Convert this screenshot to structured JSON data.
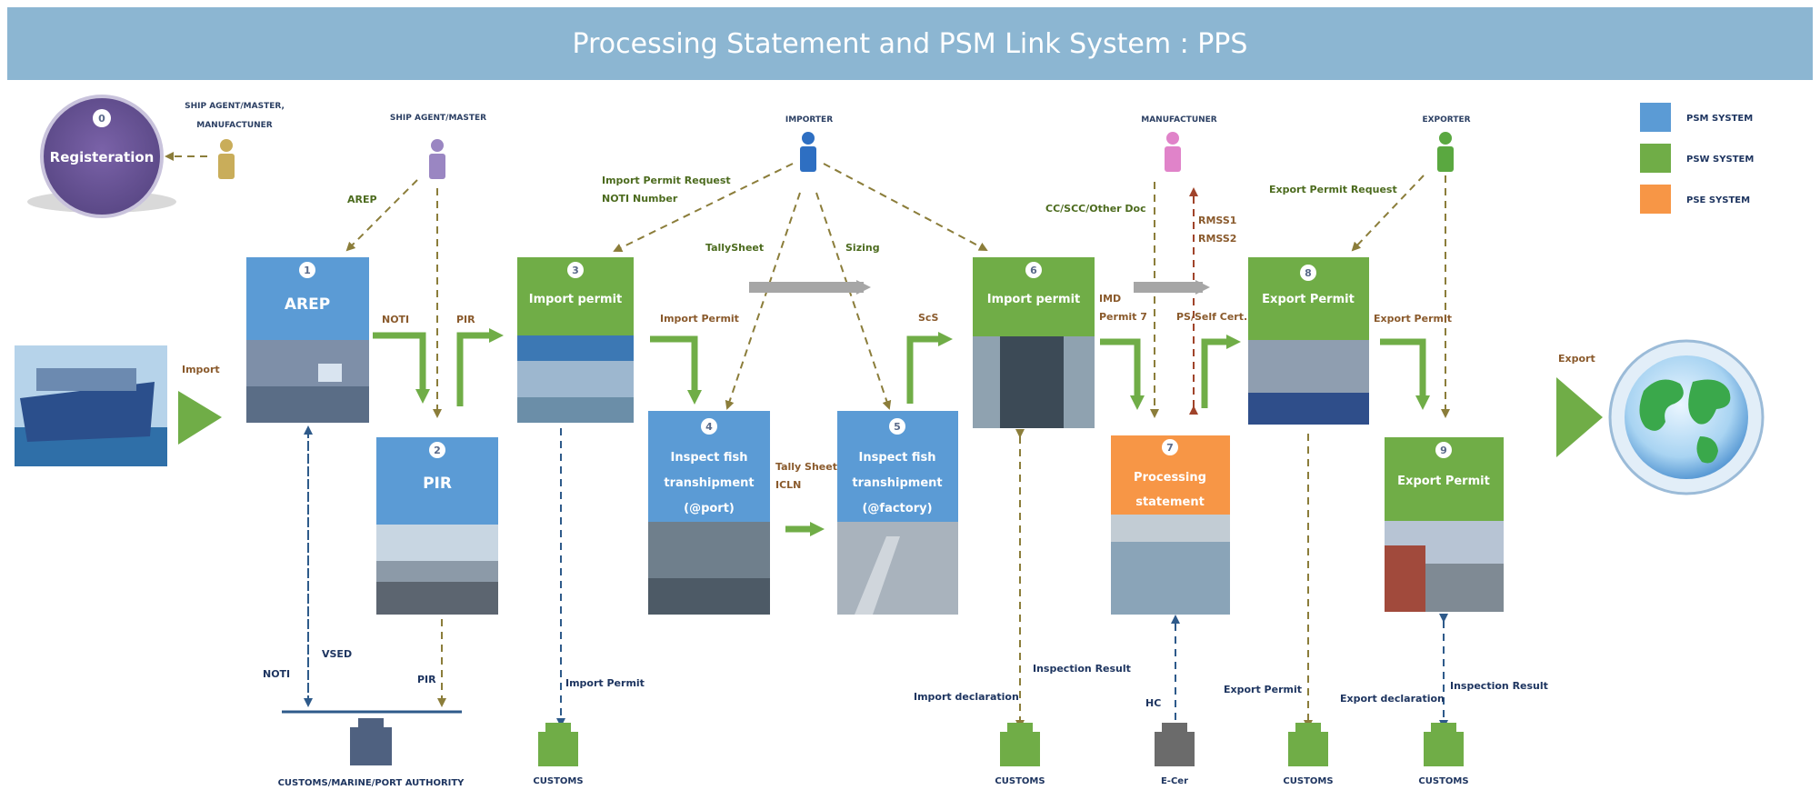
{
  "title": "Processing Statement and PSM Link System : PPS",
  "colors": {
    "psm": "#5b9bd5",
    "psw": "#70ad47",
    "pse": "#f79646",
    "title_bar": "#8cb6d2",
    "arrow_green": "#70ad47",
    "dash_brown": "#8b7d3a",
    "dash_blue": "#2e5a8a",
    "dash_red": "#a0432a"
  },
  "legend": [
    {
      "label": "PSM SYSTEM",
      "color": "#5b9bd5"
    },
    {
      "label": "PSW SYSTEM",
      "color": "#70ad47"
    },
    {
      "label": "PSE SYSTEM",
      "color": "#f79646"
    }
  ],
  "actors": {
    "registration_actor": "SHIP AGENT/MASTER, MANUFACTUNER",
    "ship_agent": "SHIP AGENT/MASTER",
    "importer": "IMPORTER",
    "manufacturer": "MANUFACTUNER",
    "exporter": "EXPORTER"
  },
  "registration": {
    "number": "0",
    "label": "Registeration"
  },
  "steps": [
    {
      "number": "1",
      "label": "AREP",
      "system": "psm"
    },
    {
      "number": "2",
      "label": "PIR",
      "system": "psm"
    },
    {
      "number": "3",
      "label": "Import permit",
      "system": "psw"
    },
    {
      "number": "4",
      "label_lines": [
        "Inspect fish",
        "transhipment",
        "(@port)"
      ],
      "system": "psm"
    },
    {
      "number": "5",
      "label_lines": [
        "Inspect fish",
        "transhipment",
        "(@factory)"
      ],
      "system": "psm"
    },
    {
      "number": "6",
      "label": "Import permit",
      "system": "psw"
    },
    {
      "number": "7",
      "label_lines": [
        "Processing",
        "statement"
      ],
      "system": "pse"
    },
    {
      "number": "8",
      "label": "Export Permit",
      "system": "psw"
    },
    {
      "number": "9",
      "label": "Export Permit",
      "system": "psw"
    }
  ],
  "flow_labels": {
    "import": "Import",
    "export": "Export",
    "arep": "AREP",
    "noti": "NOTI",
    "pir": "PIR",
    "import_permit_request": "Import Permit Request",
    "noti_number": "NOTI Number",
    "tallysheet": "TallySheet",
    "sizing": "Sizing",
    "import_permit": "Import Permit",
    "tally_sheet": "Tally Sheet",
    "icln": "ICLN",
    "scs": "ScS",
    "cc_scc": "CC/SCC/Other Doc",
    "rmss1": "RMSS1",
    "rmss2": "RMSS2",
    "imd": "IMD",
    "permit7": "Permit 7",
    "ps_self_cert": "PS/Self Cert.",
    "export_permit_request": "Export Permit Request",
    "export_permit": "Export Permit",
    "vsed": "VSED",
    "noti_bottom": "NOTI",
    "pir_bottom": "PIR",
    "import_permit_bottom": "Import Permit",
    "import_declaration": "Import declaration",
    "inspection_result": "Inspection Result",
    "hc": "HC",
    "export_permit_bottom": "Export Permit",
    "export_declaration": "Export declaration",
    "inspection_result_2": "Inspection Result"
  },
  "bottom_entities": {
    "customs_marine": "CUSTOMS/MARINE/PORT AUTHORITY",
    "customs1": "CUSTOMS",
    "customs2": "CUSTOMS",
    "ecer": "E-Cer",
    "customs3": "CUSTOMS",
    "customs4": "CUSTOMS"
  }
}
